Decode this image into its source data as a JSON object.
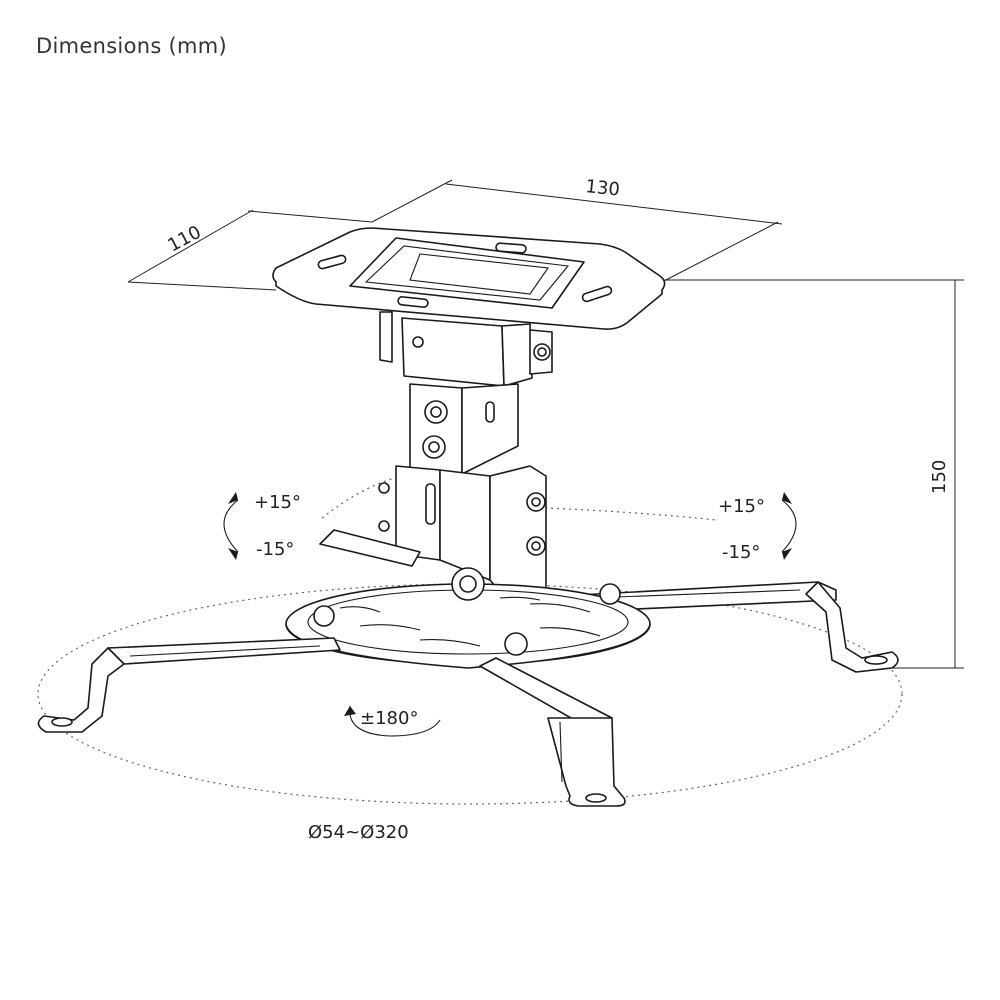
{
  "title": "Dimensions (mm)",
  "dimensions": {
    "width": "130",
    "depth": "110",
    "height": "150"
  },
  "tilt_left": {
    "up": "+15°",
    "down": "-15°"
  },
  "tilt_right": {
    "up": "+15°",
    "down": "-15°"
  },
  "rotation": "±180°",
  "diameter_range": "Ø54~Ø320"
}
